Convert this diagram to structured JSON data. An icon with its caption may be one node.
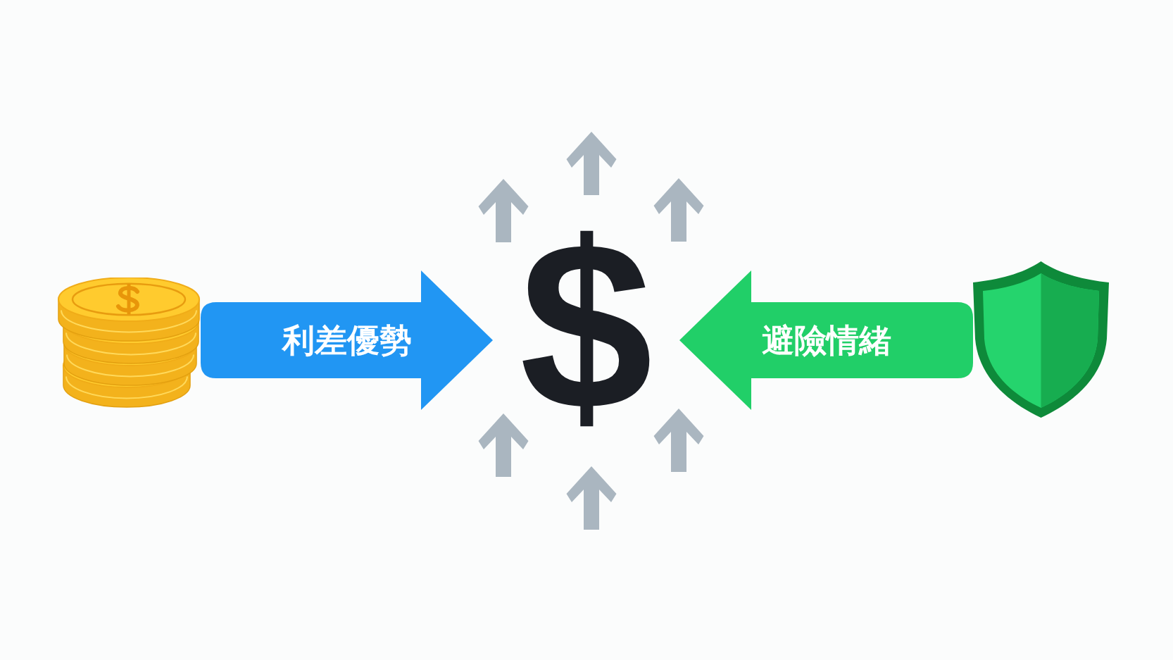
{
  "diagram": {
    "nodes": [
      {
        "text": [],
        "shape": "picture"
      },
      {
        "text": [
          "$"
        ]
      },
      {
        "text": [],
        "shape": "picture"
      }
    ],
    "edges": [
      {
        "from": 0,
        "to": 1,
        "arrow": "to",
        "label": "利差優勢",
        "style": "thick",
        "color": "#2196f3"
      },
      {
        "from": 2,
        "to": 1,
        "arrow": "to",
        "label": "避險情緒",
        "style": "thick",
        "color": "#21cf68"
      }
    ]
  }
}
